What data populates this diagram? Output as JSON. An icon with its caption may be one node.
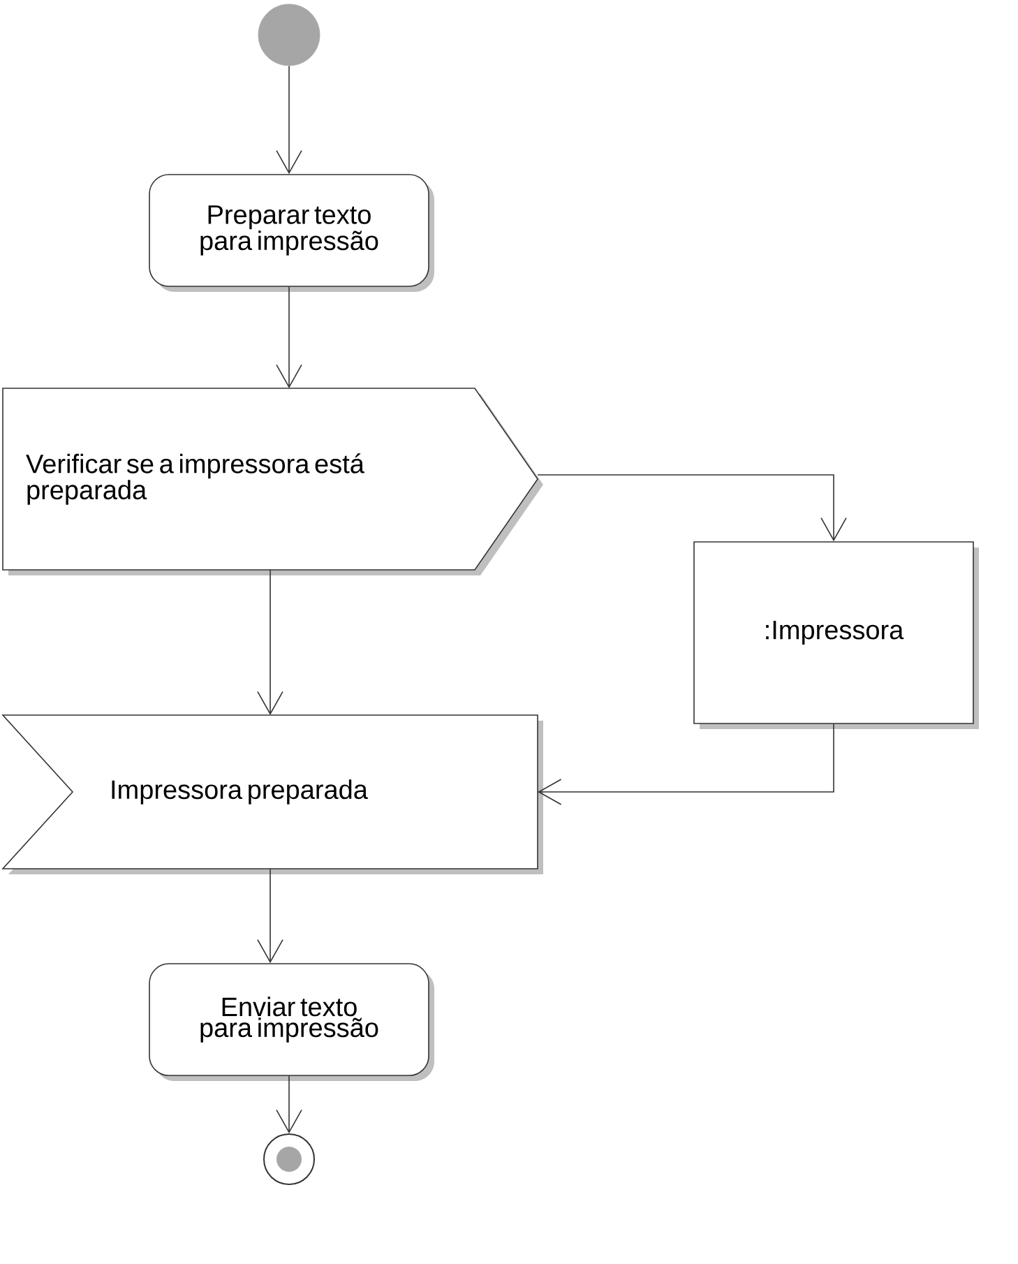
{
  "diagram": {
    "nodes": [
      {
        "text": [],
        "shape": "circle"
      },
      {
        "text": [
          "Preparar texto para impressão"
        ]
      },
      {
        "text": [
          "Verificar se a impressora está preparada"
        ]
      },
      {
        "text": [
          ":Impressora"
        ]
      },
      {
        "text": [
          "Impressora preparada"
        ]
      },
      {
        "text": [
          "Enviar texto para impressão"
        ]
      },
      {
        "text": [],
        "shape": "bullseye"
      }
    ],
    "edges": [
      {
        "from": 0,
        "to": 1,
        "arrow": "to"
      },
      {
        "from": 1,
        "to": 2,
        "arrow": "to"
      },
      {
        "from": 2,
        "to": 3,
        "arrow": "to"
      },
      {
        "from": 2,
        "to": 4,
        "arrow": "to"
      },
      {
        "from": 3,
        "to": 4,
        "arrow": "to"
      },
      {
        "from": 4,
        "to": 5,
        "arrow": "to"
      },
      {
        "from": 5,
        "to": 6,
        "arrow": "to"
      }
    ]
  }
}
